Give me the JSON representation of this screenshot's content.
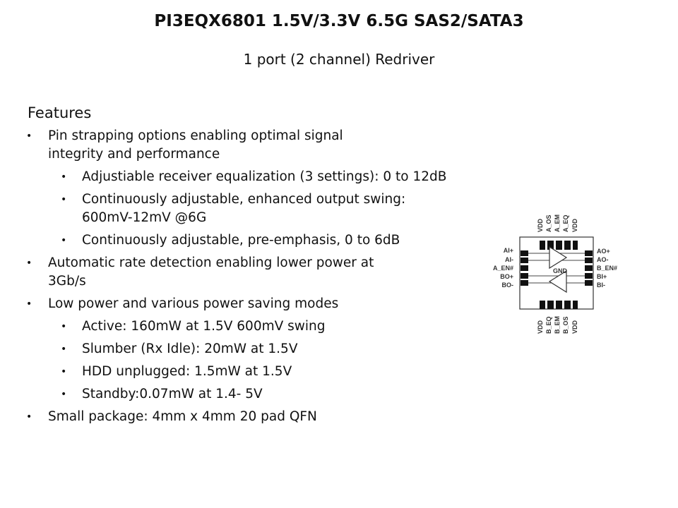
{
  "slide": {
    "title": "PI3EQX6801 1.5V/3.3V 6.5G SAS2/SATA3",
    "subtitle": "1 port (2 channel) Redriver"
  },
  "features": {
    "heading": "Features",
    "items": [
      {
        "level": 1,
        "text": "Pin strapping options enabling optimal signal integrity and performance"
      },
      {
        "level": 2,
        "text": "Adjustiable receiver equalization (3 settings): 0 to 12dB"
      },
      {
        "level": 2,
        "text": "Continuously adjustable, enhanced output swing: 600mV-12mV  @6G"
      },
      {
        "level": 2,
        "text": "Continuously adjustable, pre-emphasis, 0 to 6dB"
      },
      {
        "level": 1,
        "text": "Automatic rate detection enabling lower power at 3Gb/s"
      },
      {
        "level": 1,
        "text": "Low power and various power saving modes"
      },
      {
        "level": 2,
        "text": "Active: 160mW at 1.5V 600mV swing"
      },
      {
        "level": 2,
        "text": "Slumber (Rx Idle): 20mW at 1.5V"
      },
      {
        "level": 2,
        "text": "HDD unplugged: 1.5mW at 1.5V"
      },
      {
        "level": 2,
        "text": "Standby:0.07mW at 1.4- 5V"
      },
      {
        "level": 1,
        "text": "Small package: 4mm x 4mm 20 pad QFN"
      }
    ],
    "bullet_glyph": "•"
  },
  "pinout": {
    "top_pins": [
      "VDD",
      "A_OS",
      "A_EM",
      "A_EQ",
      "VDD"
    ],
    "bottom_pins": [
      "VDD",
      "B_EQ",
      "B_EM",
      "B_OS",
      "VDD"
    ],
    "left_pins": [
      "AI+",
      "AI-",
      "A_EN#",
      "BO+",
      "BO-"
    ],
    "right_pins": [
      "AO+",
      "AO-",
      "B_EN#",
      "BI+",
      "BI-"
    ],
    "center_label": "GND"
  }
}
